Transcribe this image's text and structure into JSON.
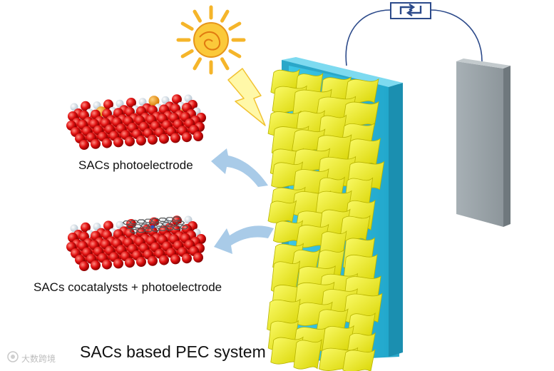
{
  "labels": {
    "photoelectrode": "SACs photoelectrode",
    "cocatalyst_photoelectrode": "SACs cocatalysts + photoelectrode",
    "system_title": "SACs based PEC system"
  },
  "watermark": {
    "text": "大数跨境",
    "icon": "watermark-logo-icon"
  },
  "icons": {
    "sun": "sun-icon",
    "lightning": "lightning-bolt-icon",
    "circuit": "power-source-icon",
    "arrow": "curved-arrow-icon"
  },
  "colors": {
    "background": "#ffffff",
    "substrate_front": "#2bb6d6",
    "substrate_side": "#1b8fb0",
    "nanosheets": "#f4f21e",
    "counter_electrode": "#9aa3a8",
    "oxygen_atom": "#e01010",
    "hydrogen_atom": "#dde7ef",
    "metal_atom": "#f39a10",
    "graphene": "#5a5a5a",
    "arrow": "#a9cbe8",
    "wire": "#2c4a8a",
    "sun": "#f5b52a"
  }
}
